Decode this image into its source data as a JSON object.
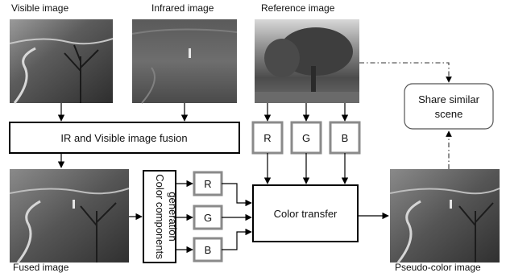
{
  "captions": {
    "visible": "Visible image",
    "infrared": "Infrared image",
    "reference": "Reference image",
    "fused": "Fused image",
    "pseudo": "Pseudo-color image"
  },
  "boxes": {
    "fusion": "IR and Visible image fusion",
    "components_line1": "Color components",
    "components_line2": "generation",
    "color_transfer": "Color transfer",
    "share_line1": "Share similar",
    "share_line2": "scene"
  },
  "channels": {
    "ref": [
      "R",
      "G",
      "B"
    ],
    "gen": [
      "R",
      "G",
      "B"
    ]
  },
  "colors": {
    "channel_border": "#8a8a8a",
    "box_border": "#000000"
  }
}
